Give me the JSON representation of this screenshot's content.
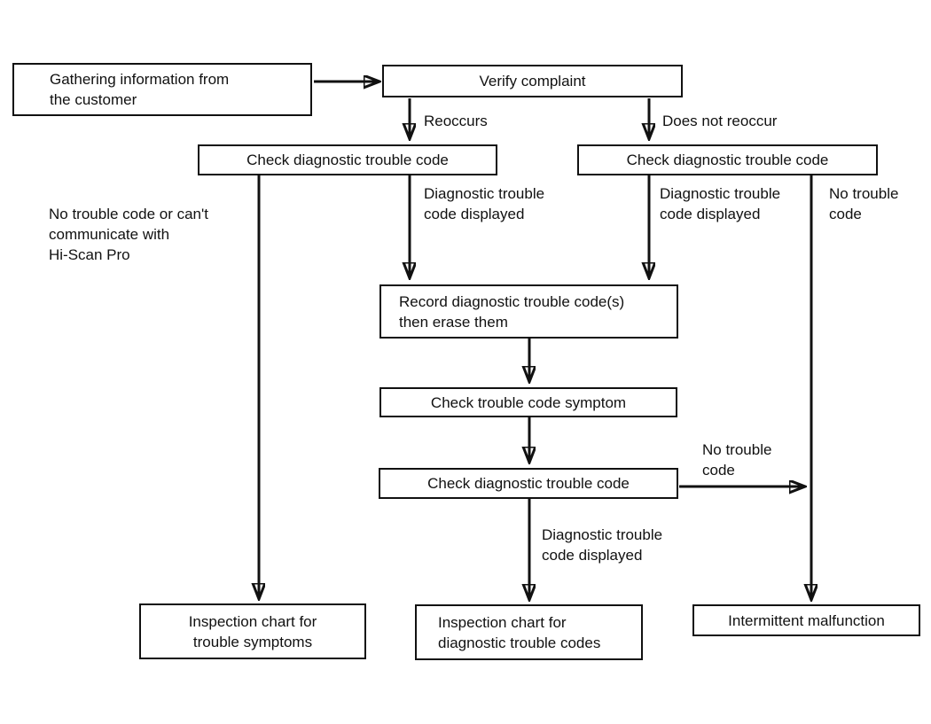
{
  "flowchart": {
    "nodes": {
      "gathering": {
        "label": "Gathering information from\nthe customer"
      },
      "verify": {
        "label": "Verify complaint"
      },
      "check_left": {
        "label": "Check diagnostic trouble code"
      },
      "check_right": {
        "label": "Check diagnostic trouble code"
      },
      "record": {
        "label": "Record diagnostic trouble code(s)\nthen erase them"
      },
      "check_symptom": {
        "label": "Check trouble code symptom"
      },
      "check_mid": {
        "label": "Check diagnostic trouble code"
      },
      "inspection_symptoms": {
        "label": "Inspection chart for\ntrouble symptoms"
      },
      "inspection_codes": {
        "label": "Inspection chart for\ndiagnostic trouble codes"
      },
      "intermittent": {
        "label": "Intermittent malfunction"
      }
    },
    "edge_labels": {
      "reoccurs": "Reoccurs",
      "does_not_reoccur": "Does not reoccur",
      "no_trouble_or_cant_communicate": "No trouble code or can't\ncommunicate with\nHi-Scan Pro",
      "dtc_displayed_left": "Diagnostic trouble\ncode displayed",
      "dtc_displayed_right": "Diagnostic trouble\ncode displayed",
      "no_trouble_code_right": "No trouble\ncode",
      "no_trouble_code_mid": "No trouble\ncode",
      "dtc_displayed_bottom": "Diagnostic trouble\ncode displayed"
    },
    "colors": {
      "line": "#111111",
      "text": "#111111",
      "background": "#ffffff"
    }
  }
}
